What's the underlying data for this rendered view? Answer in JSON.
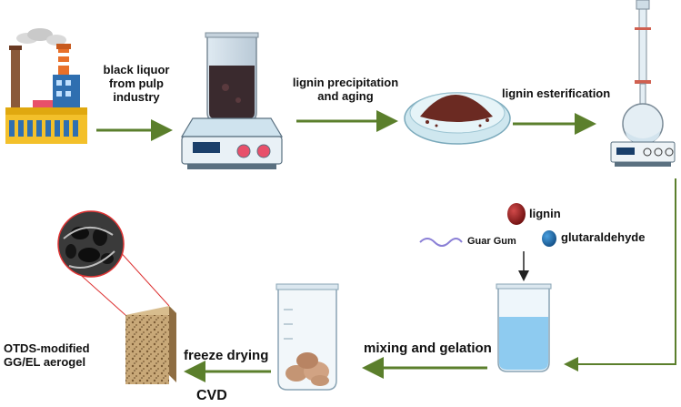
{
  "steps": {
    "s1": [
      "black liquor",
      "from pulp",
      "industry"
    ],
    "s2": [
      "lignin precipitation",
      "and aging"
    ],
    "s3": "lignin esterification",
    "s4": "mixing and gelation",
    "s5": "freeze drying",
    "s6": "CVD"
  },
  "legend": {
    "lignin": "lignin",
    "glutaraldehyde": "glutaraldehyde",
    "guar_gum": "Guar Gum"
  },
  "product": [
    "OTDS-modified",
    "GG/EL aerogel"
  ],
  "colors": {
    "arrow": "#5b7f2c",
    "lignin": "#8b1c1c",
    "glutaraldehyde": "#1c6fb5",
    "guar_gum": "#8a7fd6",
    "liquid": "#8ecbf0",
    "aerogel": "#b89a6a"
  }
}
